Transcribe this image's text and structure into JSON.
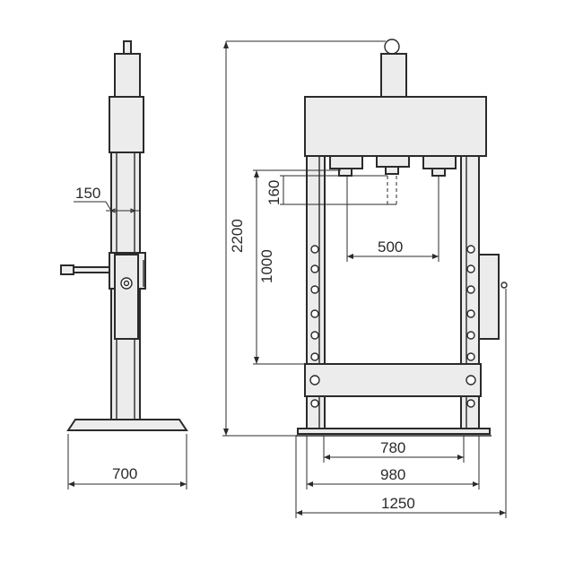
{
  "title": "",
  "dimensions": {
    "overall_height": "2200",
    "working_height": "1000",
    "stroke": "160",
    "cylinder_spacing": "500",
    "table_width": "780",
    "inner_width": "980",
    "overall_width": "1250",
    "base_depth": "700",
    "column_width": "150"
  },
  "colors": {
    "line": "#2b2b2b",
    "fill": "#ececec"
  }
}
